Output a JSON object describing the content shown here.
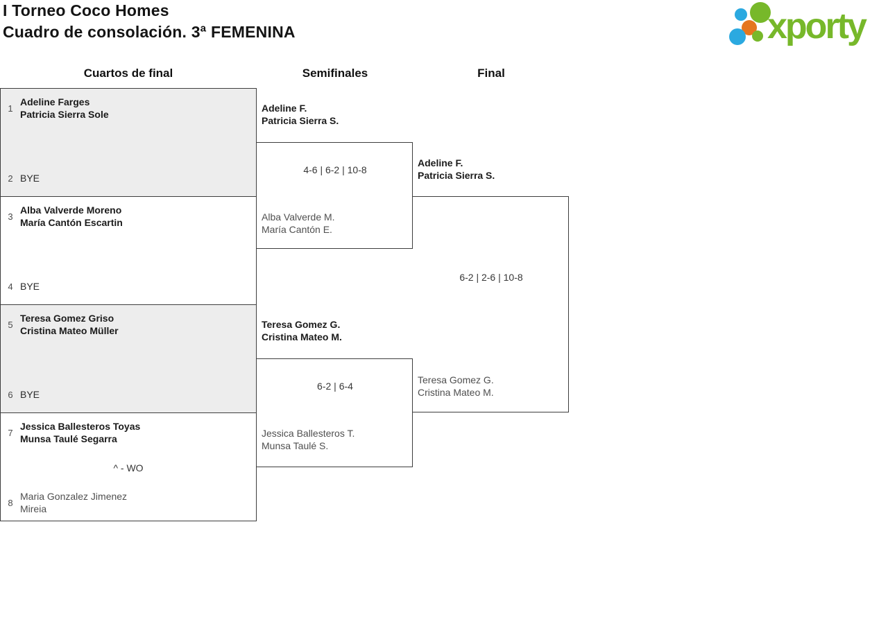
{
  "header": {
    "title_line1": "I Torneo Coco Homes",
    "title_line2": "Cuadro de consolación. 3ª FEMENINA"
  },
  "logo": {
    "wordmark": "xporty"
  },
  "columns": [
    "Cuartos de final",
    "Semifinales",
    "Final"
  ],
  "bracket": {
    "quarterfinals": [
      {
        "seed_top": "1",
        "team_top": [
          "Adeline Farges",
          "Patricia Sierra Sole"
        ],
        "seed_bottom": "2",
        "team_bottom": [
          "BYE",
          ""
        ],
        "score": ""
      },
      {
        "seed_top": "3",
        "team_top": [
          "Alba Valverde Moreno",
          "María Cantón Escartin"
        ],
        "seed_bottom": "4",
        "team_bottom": [
          "BYE",
          ""
        ],
        "score": ""
      },
      {
        "seed_top": "5",
        "team_top": [
          "Teresa Gomez Griso",
          "Cristina Mateo Müller"
        ],
        "seed_bottom": "6",
        "team_bottom": [
          "BYE",
          ""
        ],
        "score": ""
      },
      {
        "seed_top": "7",
        "team_top": [
          "Jessica Ballesteros Toyas",
          "Munsa Taulé Segarra"
        ],
        "seed_bottom": "8",
        "team_bottom": [
          "Maria Gonzalez Jimenez",
          "Mireia"
        ],
        "score": "^ - WO"
      }
    ],
    "semifinals": [
      {
        "team_top": [
          "Adeline F.",
          "Patricia Sierra S."
        ],
        "team_bottom": [
          "Alba Valverde M.",
          "María Cantón E."
        ],
        "score": "4-6 | 6-2 | 10-8"
      },
      {
        "team_top": [
          "Teresa Gomez G.",
          "Cristina Mateo M."
        ],
        "team_bottom": [
          "Jessica Ballesteros T.",
          "Munsa Taulé S."
        ],
        "score": "6-2 | 6-4"
      }
    ],
    "final": {
      "team_top": [
        "Adeline F.",
        "Patricia Sierra S."
      ],
      "team_bottom": [
        "Teresa Gomez G.",
        "Cristina Mateo M."
      ],
      "score": "6-2 | 2-6 | 10-8"
    }
  },
  "colors": {
    "brand_green": "#77b82a",
    "brand_blue": "#2ba9e0",
    "brand_orange": "#e5761e",
    "box_fill": "#ededed",
    "border": "#3d3d3d"
  }
}
